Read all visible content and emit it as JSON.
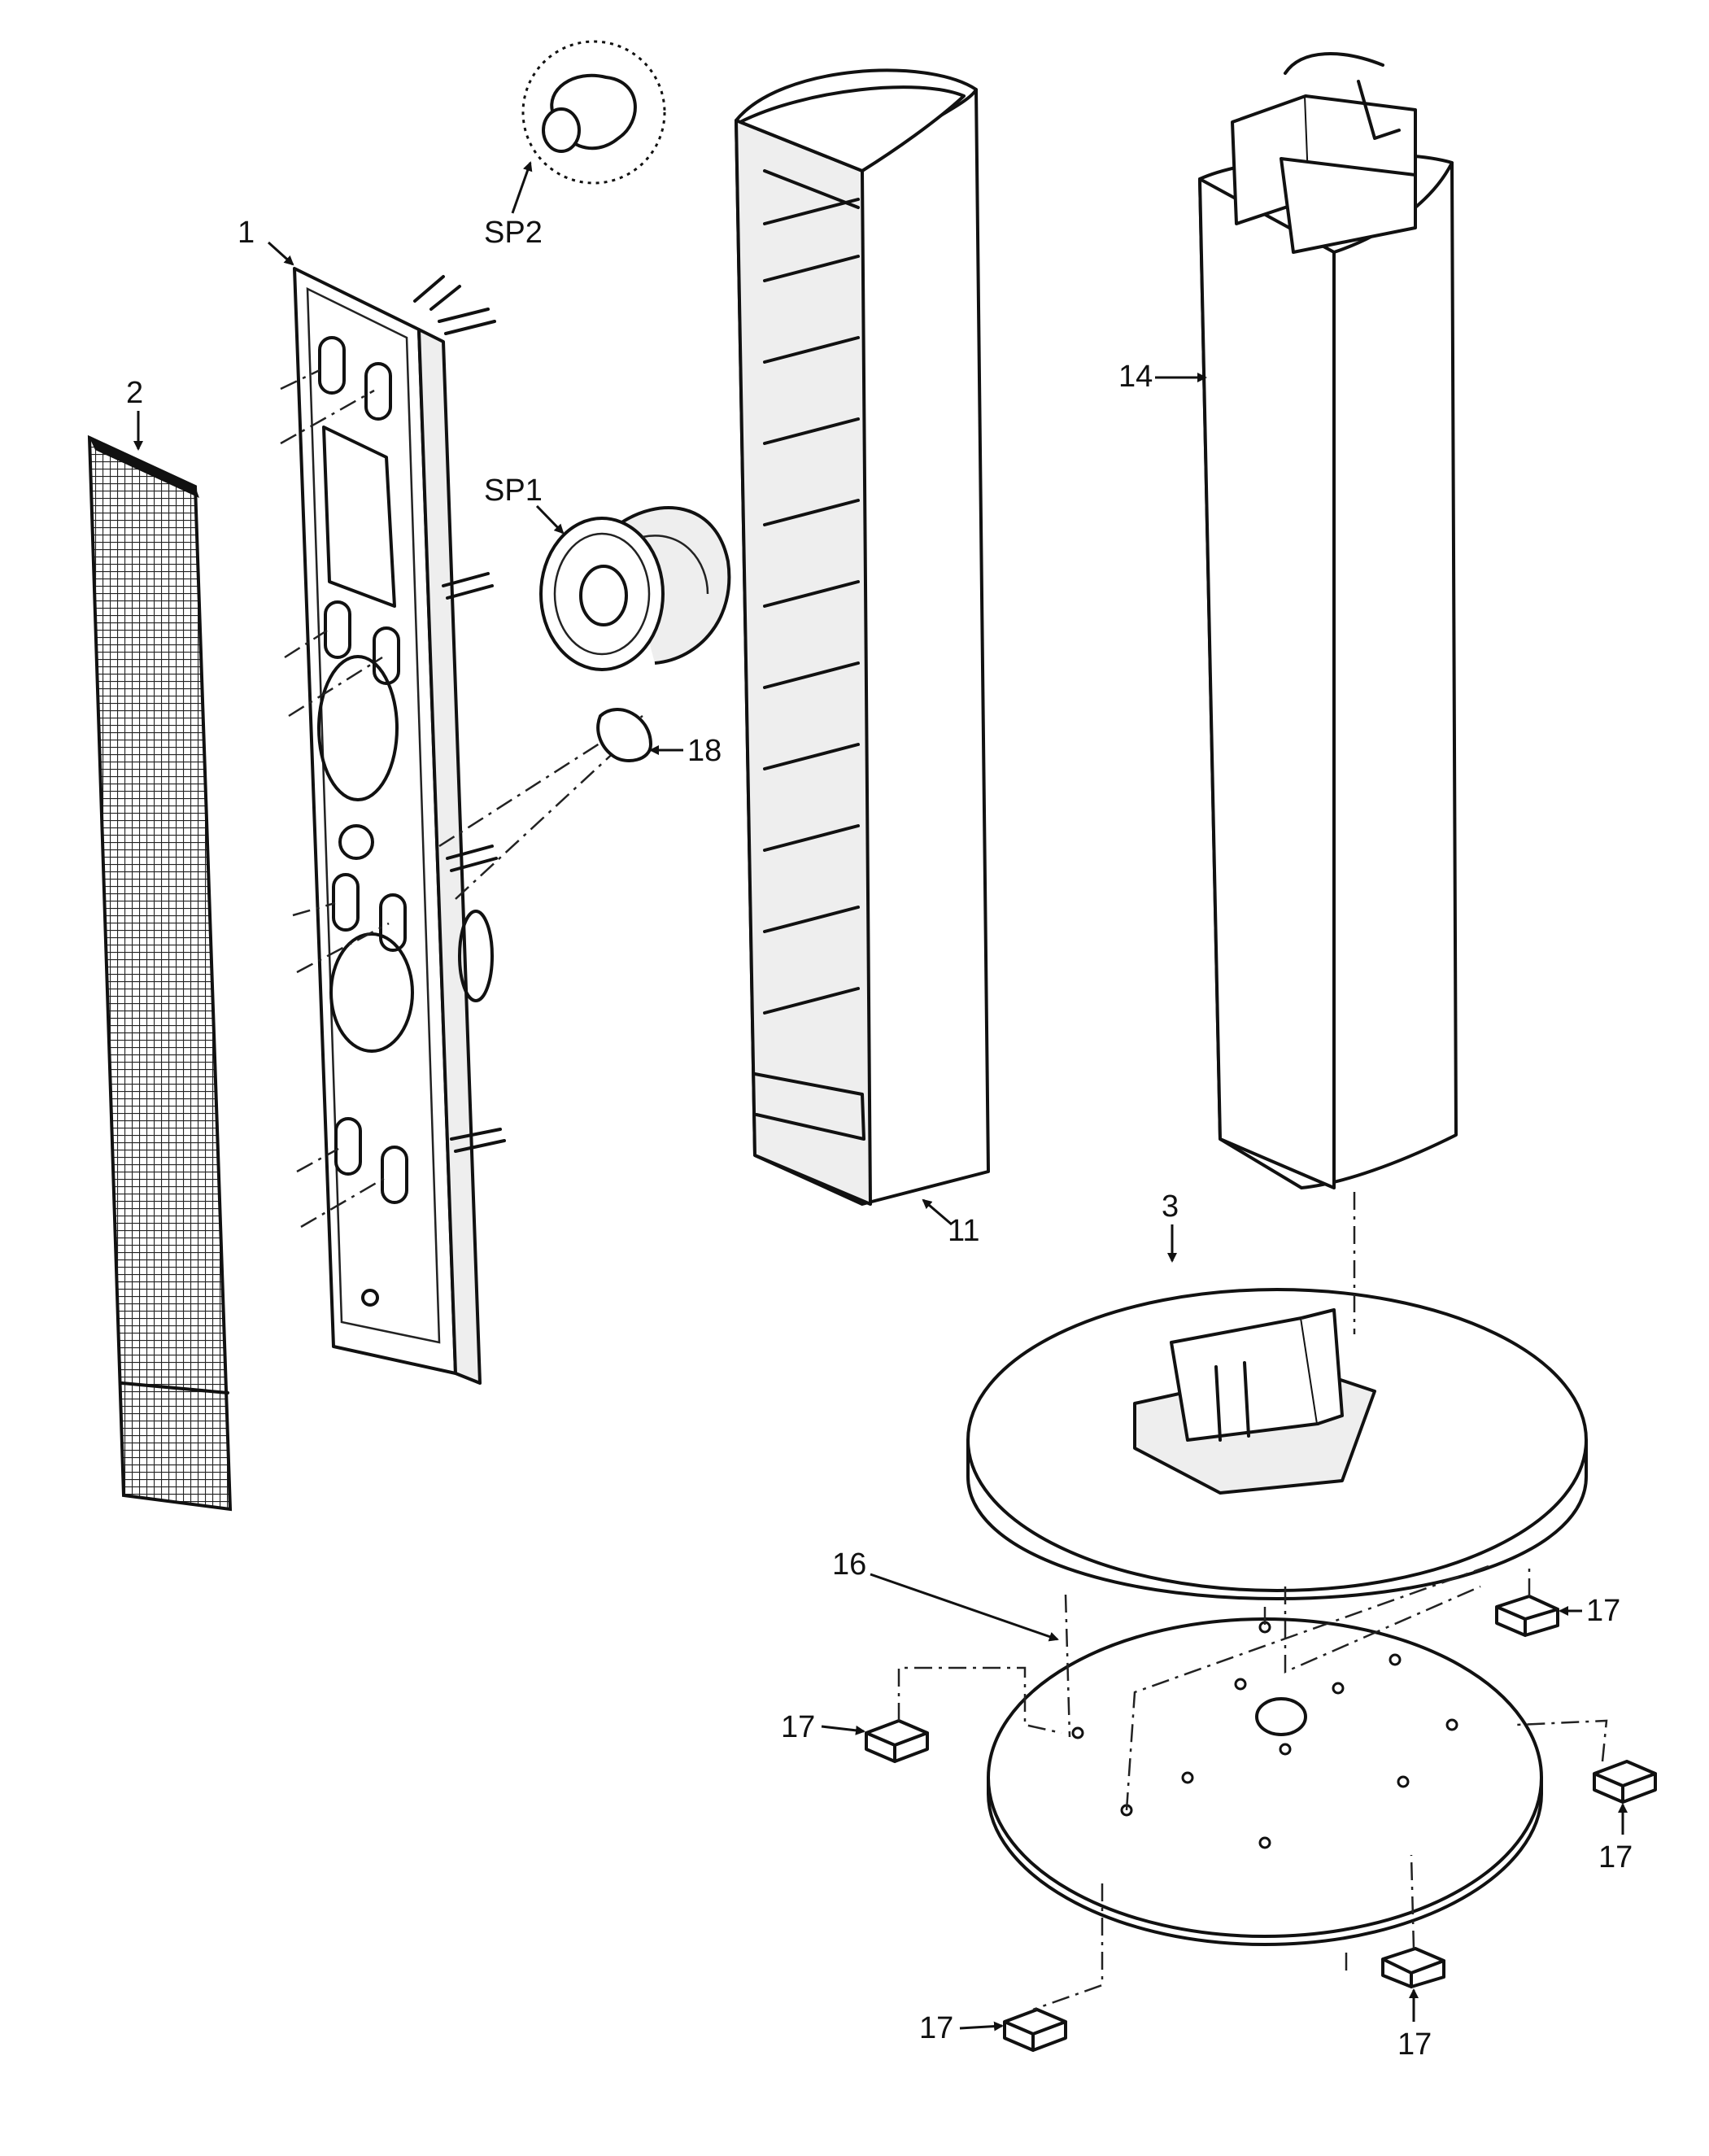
{
  "labels": {
    "front_baffle": "1",
    "grille": "2",
    "base_plate": "3",
    "rear_cover": "14",
    "enclosure": "11",
    "base_disc": "16",
    "feet": "17",
    "cap": "18",
    "woofer": "SP1",
    "tweeter": "SP2"
  },
  "colors": {
    "line": "#111111",
    "paper": "#ffffff"
  }
}
